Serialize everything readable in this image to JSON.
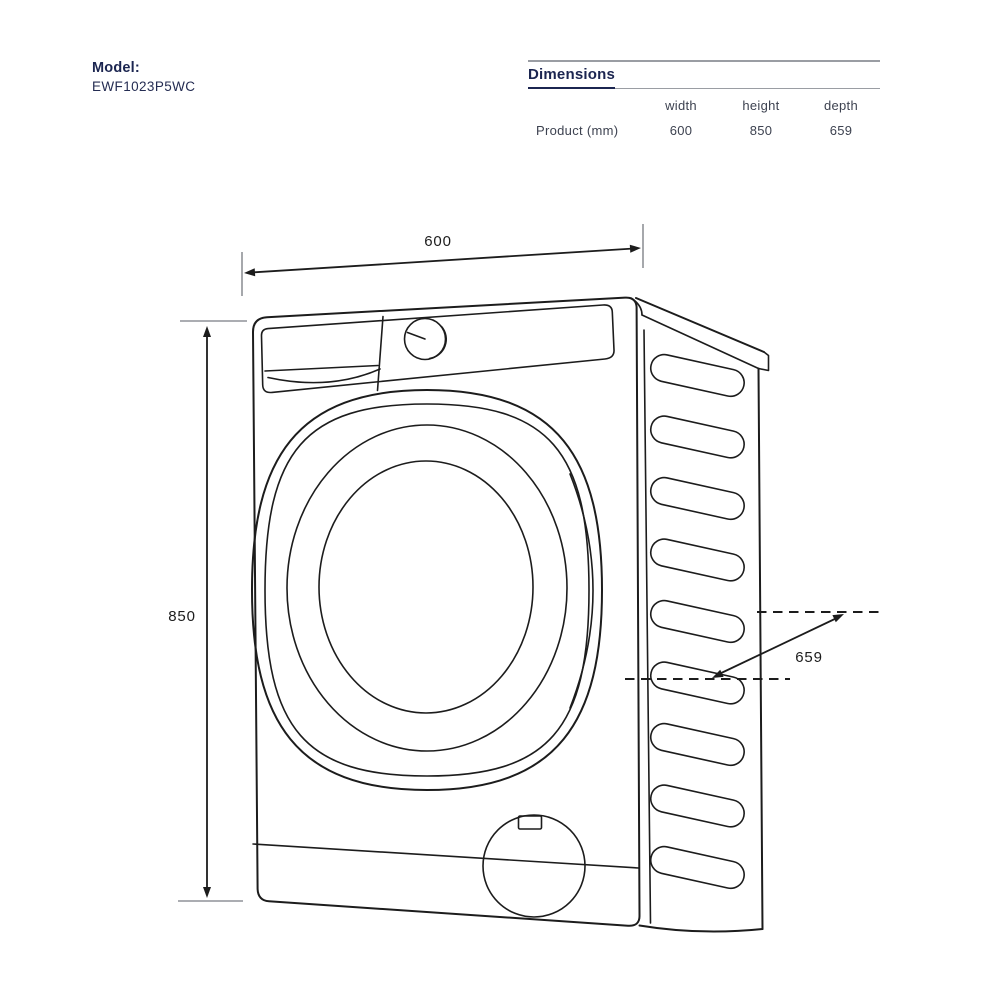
{
  "model": {
    "label": "Model:",
    "value": "EWF1023P5WC"
  },
  "dimensions_table": {
    "title": "Dimensions",
    "columns": [
      "width",
      "height",
      "depth"
    ],
    "rows": [
      {
        "label": "Product (mm)",
        "values": [
          "600",
          "850",
          "659"
        ]
      }
    ]
  },
  "diagram": {
    "description": "front-load washing machine line drawing, three-quarter view",
    "dimension_labels": {
      "width": "600",
      "height": "850",
      "depth": "659"
    }
  },
  "colors": {
    "navy": "#1b2550",
    "drawing_line": "#1c1c1c",
    "rule_gray": "#9a9da3",
    "table_text": "#3d4250"
  }
}
